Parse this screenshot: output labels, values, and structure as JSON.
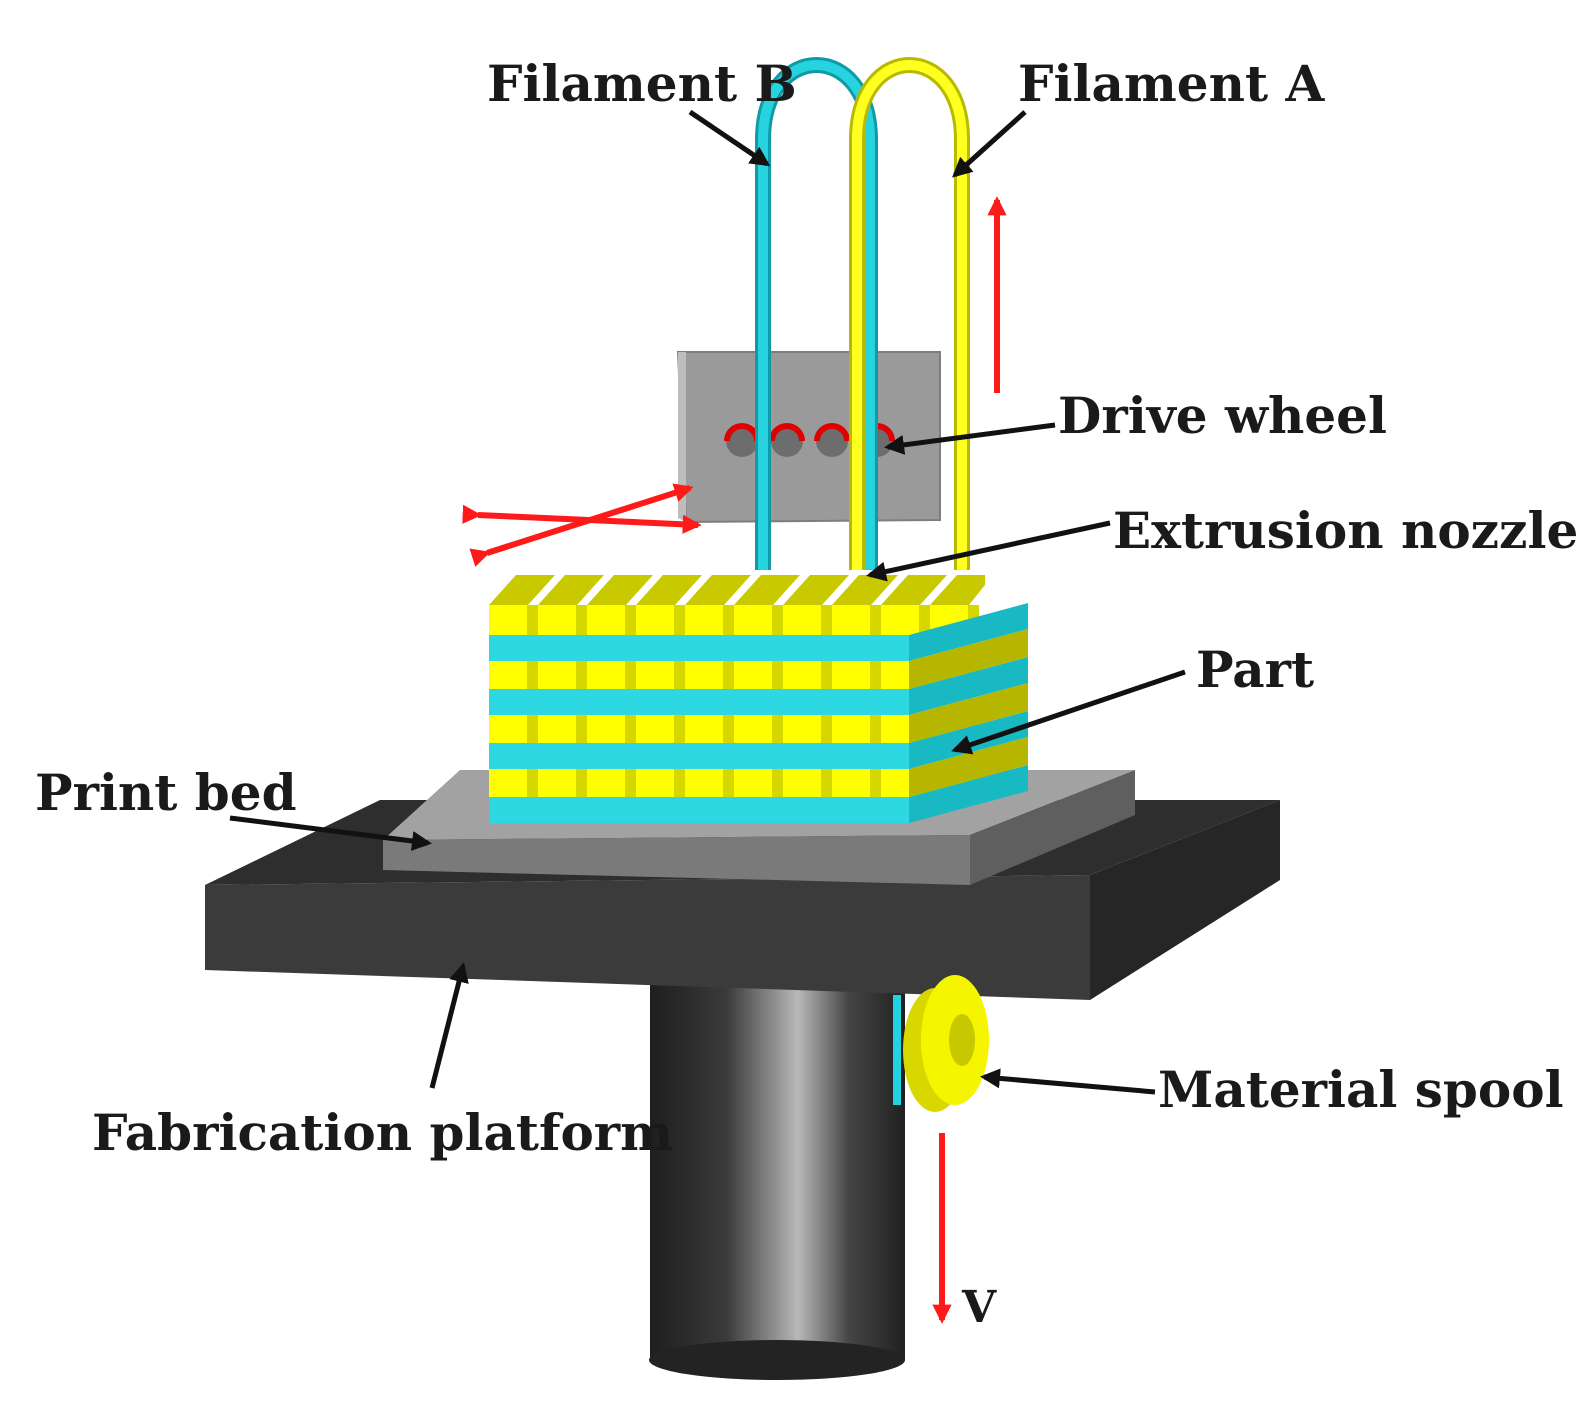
{
  "labels": {
    "filament_b": "Filament B",
    "filament_a": "Filament A",
    "drive_wheel": "Drive wheel",
    "extrusion_nozzle": "Extrusion nozzle",
    "part": "Part",
    "print_bed": "Print bed",
    "fabrication_platform": "Fabrication platform",
    "material_spool": "Material spool",
    "velocity": "V"
  },
  "colors": {
    "filament_a": "#f5f500",
    "filament_b": "#1fd3e0",
    "motion_arrows": "#ff1a1a",
    "extruder_block": "#9a9a9a",
    "print_bed": "#7a7a7a",
    "platform": "#333333"
  }
}
